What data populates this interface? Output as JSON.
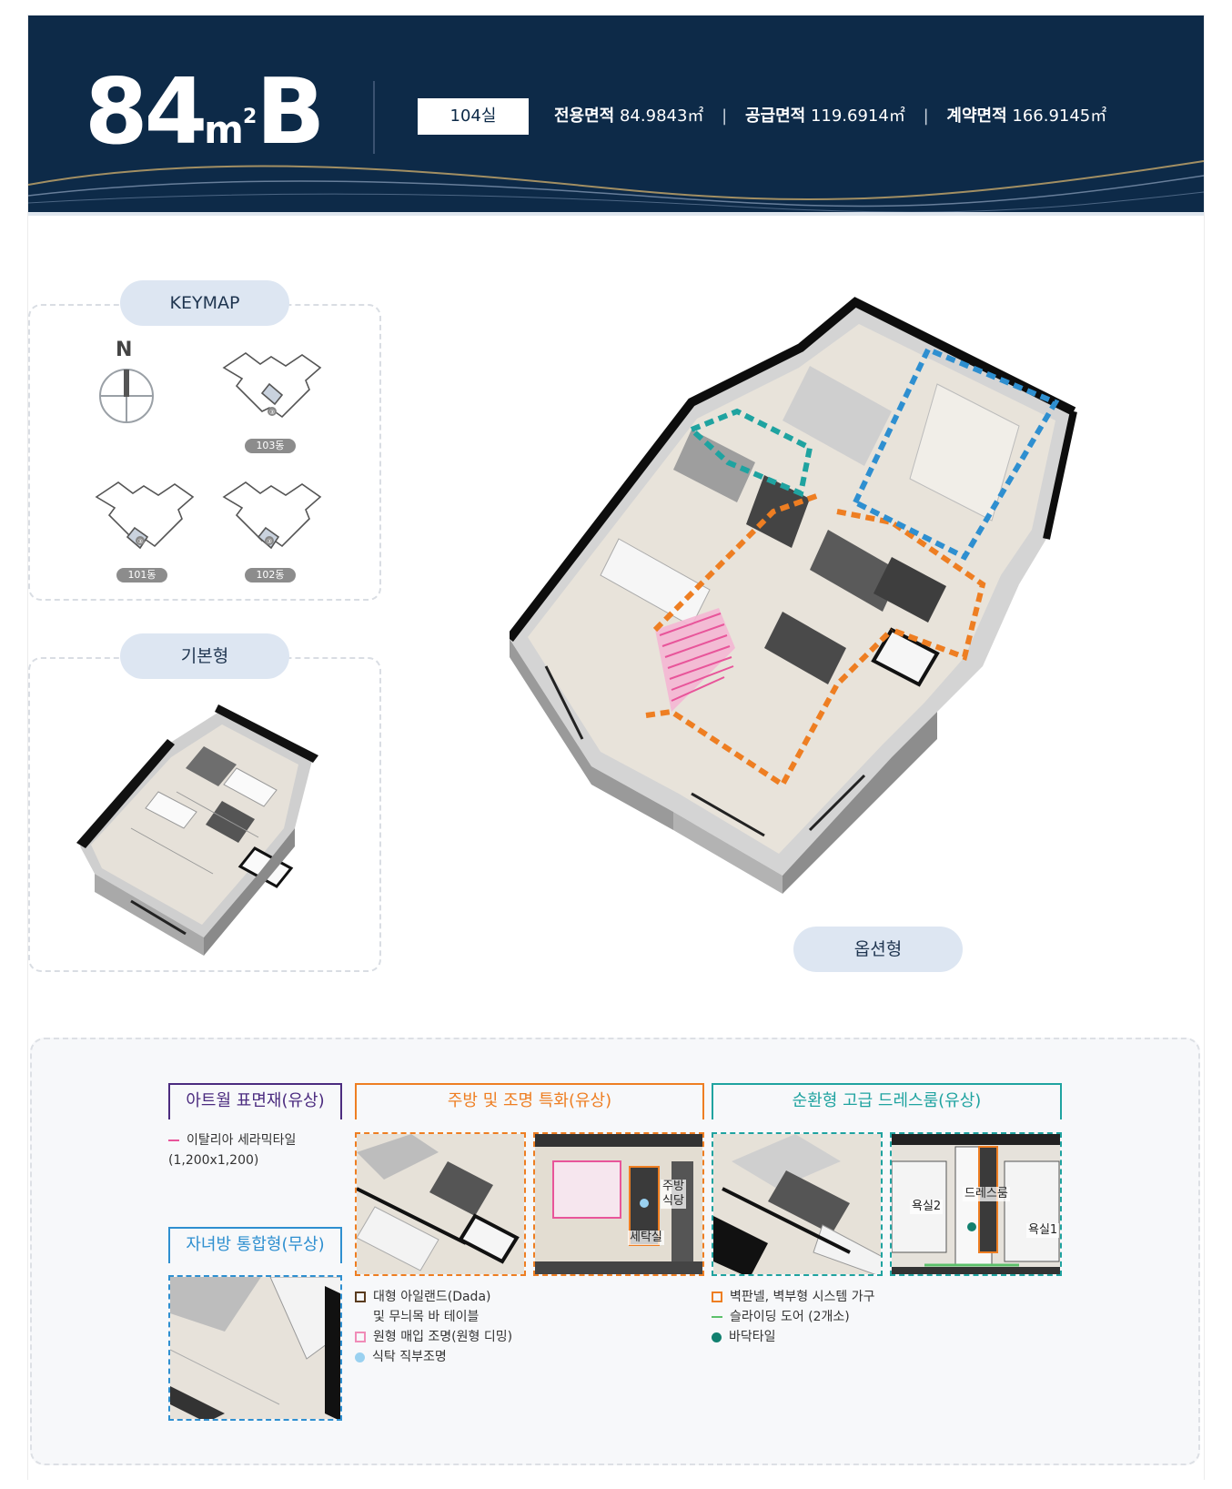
{
  "header": {
    "type_number": "84",
    "type_unit": "m",
    "type_unit_sup": "2",
    "type_letter": "B",
    "room_count": "104실",
    "areas": [
      {
        "label": "전용면적",
        "value": "84.9843㎡"
      },
      {
        "label": "공급면적",
        "value": "119.6914㎡"
      },
      {
        "label": "계약면적",
        "value": "166.9145㎡"
      }
    ],
    "separator": "|"
  },
  "keymap": {
    "title": "KEYMAP",
    "compass": "N",
    "buildings": [
      "103동",
      "101동",
      "102동"
    ],
    "unit_mark": "③"
  },
  "basic": {
    "title": "기본형"
  },
  "option": {
    "title": "옵션형"
  },
  "option_details": {
    "artwall": {
      "title": "아트월 표면재(유상)",
      "item_line1": "이탈리아 세라믹타일",
      "item_line2": "(1,200x1,200)"
    },
    "kids_room": {
      "title": "자녀방 통합형(무상)"
    },
    "kitchen": {
      "title": "주방 및 조명 특화(유상)",
      "plan_labels": [
        "주방",
        "식당",
        "세탁실"
      ],
      "legend": [
        {
          "text": "대형 아일랜드(Dada)"
        },
        {
          "text": "및 무늬목 바 테이블"
        },
        {
          "text": "원형 매입 조명(원형 디밍)"
        },
        {
          "text": "식탁 직부조명"
        }
      ]
    },
    "dressroom": {
      "title": "순환형 고급 드레스룸(유상)",
      "plan_labels": [
        "욕실2",
        "드레스룸",
        "욕실1"
      ],
      "legend": [
        {
          "text": "벽판넬, 벽부형 시스템 가구"
        },
        {
          "text": "슬라이딩 도어 (2개소)"
        },
        {
          "text": "바닥타일"
        }
      ]
    }
  },
  "colors": {
    "navy": "#0d2a48",
    "pill": "#dde6f2",
    "orange": "#ee7e22",
    "blue": "#2e8fd0",
    "teal": "#1fa3a0",
    "purple": "#4b2b7f",
    "pink": "#e8559a"
  }
}
